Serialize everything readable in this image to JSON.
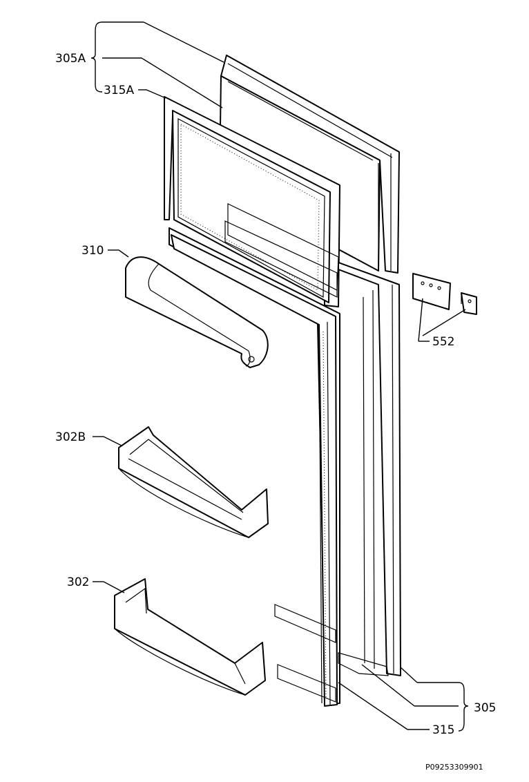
{
  "labels": {
    "door_upper_assembly": "305A",
    "gasket_upper": "315A",
    "butter_compartment": "310",
    "shelf_upper": "302B",
    "shelf_lower": "302",
    "hinge": "552",
    "door_lower_assembly": "305",
    "gasket_lower": "315"
  },
  "reference_code": "P09253309901"
}
